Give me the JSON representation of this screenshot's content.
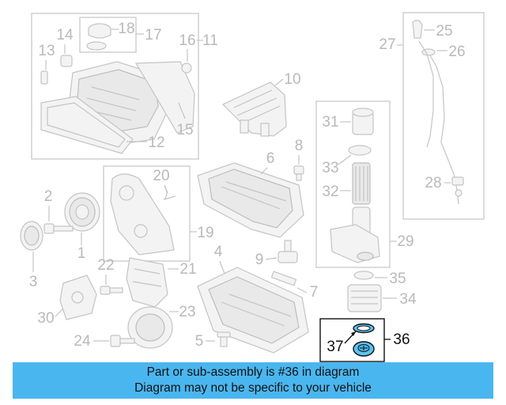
{
  "labels": {
    "p1": "1",
    "p2": "2",
    "p3": "3",
    "p4": "4",
    "p5": "5",
    "p6": "6",
    "p7": "7",
    "p8": "8",
    "p9": "9",
    "p10": "10",
    "p11": "11",
    "p12": "12",
    "p13": "13",
    "p14": "14",
    "p15": "15",
    "p16": "16",
    "p17": "17",
    "p18": "18",
    "p19": "19",
    "p20": "20",
    "p21": "21",
    "p22": "22",
    "p23": "23",
    "p24": "24",
    "p25": "25",
    "p26": "26",
    "p27": "27",
    "p28": "28",
    "p29": "29",
    "p30": "30",
    "p31": "31",
    "p32": "32",
    "p33": "33",
    "p34": "34",
    "p35": "35",
    "p36": "36",
    "p37": "37"
  },
  "highlighted_part": "36",
  "banner": {
    "line1": "Part or sub-assembly is #36 in diagram",
    "line2": "Diagram may not be specific to your vehicle"
  },
  "colors": {
    "banner_background": "#4ab6ef",
    "highlight_part_fill": "#5bc2f2",
    "inactive_label": "#b9b9b9",
    "active_label": "#111111"
  }
}
